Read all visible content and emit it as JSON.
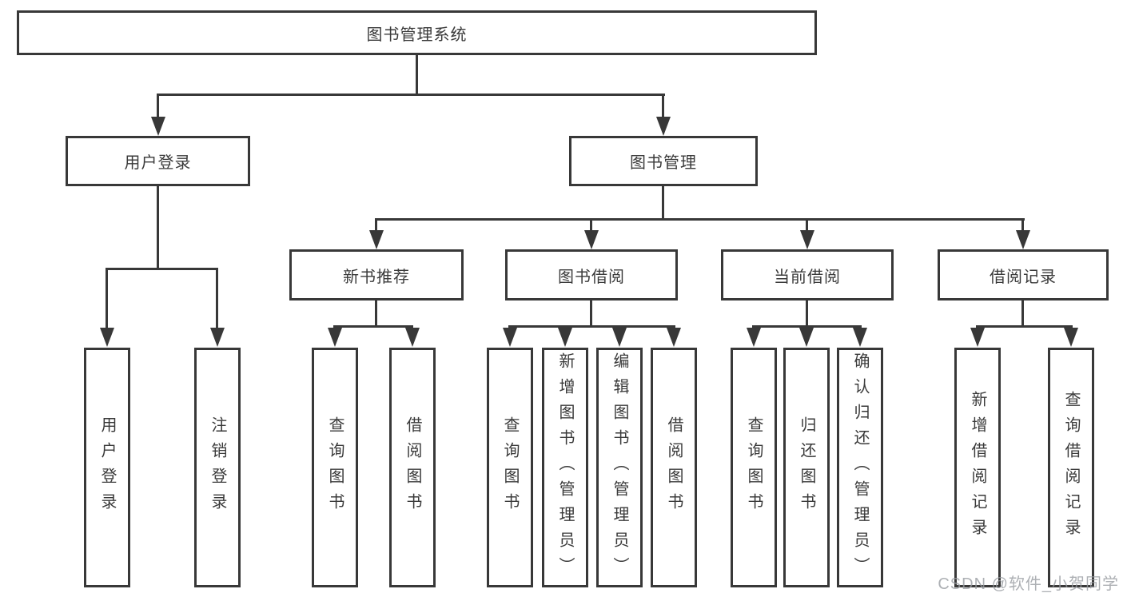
{
  "tree": {
    "label": "图书管理系统",
    "children": [
      {
        "label": "用户登录",
        "children": [
          {
            "label": "用户登录"
          },
          {
            "label": "注销登录"
          }
        ]
      },
      {
        "label": "图书管理",
        "children": [
          {
            "label": "新书推荐",
            "children": [
              {
                "label": "查询图书"
              },
              {
                "label": "借阅图书"
              }
            ]
          },
          {
            "label": "图书借阅",
            "children": [
              {
                "label": "查询图书"
              },
              {
                "label": "新增图书（管理员）"
              },
              {
                "label": "编辑图书（管理员）"
              },
              {
                "label": "借阅图书"
              }
            ]
          },
          {
            "label": "当前借阅",
            "children": [
              {
                "label": "查询图书"
              },
              {
                "label": "归还图书"
              },
              {
                "label": "确认归还（管理员）"
              }
            ]
          },
          {
            "label": "借阅记录",
            "children": [
              {
                "label": "新增借阅记录"
              },
              {
                "label": "查询借阅记录"
              }
            ]
          }
        ]
      }
    ]
  },
  "watermark": {
    "text": "CSDN @软件_小贺同学"
  },
  "colors": {
    "line": "#383838",
    "text": "#3a3a3a",
    "background": "#ffffff",
    "watermark": "#999ca1"
  }
}
